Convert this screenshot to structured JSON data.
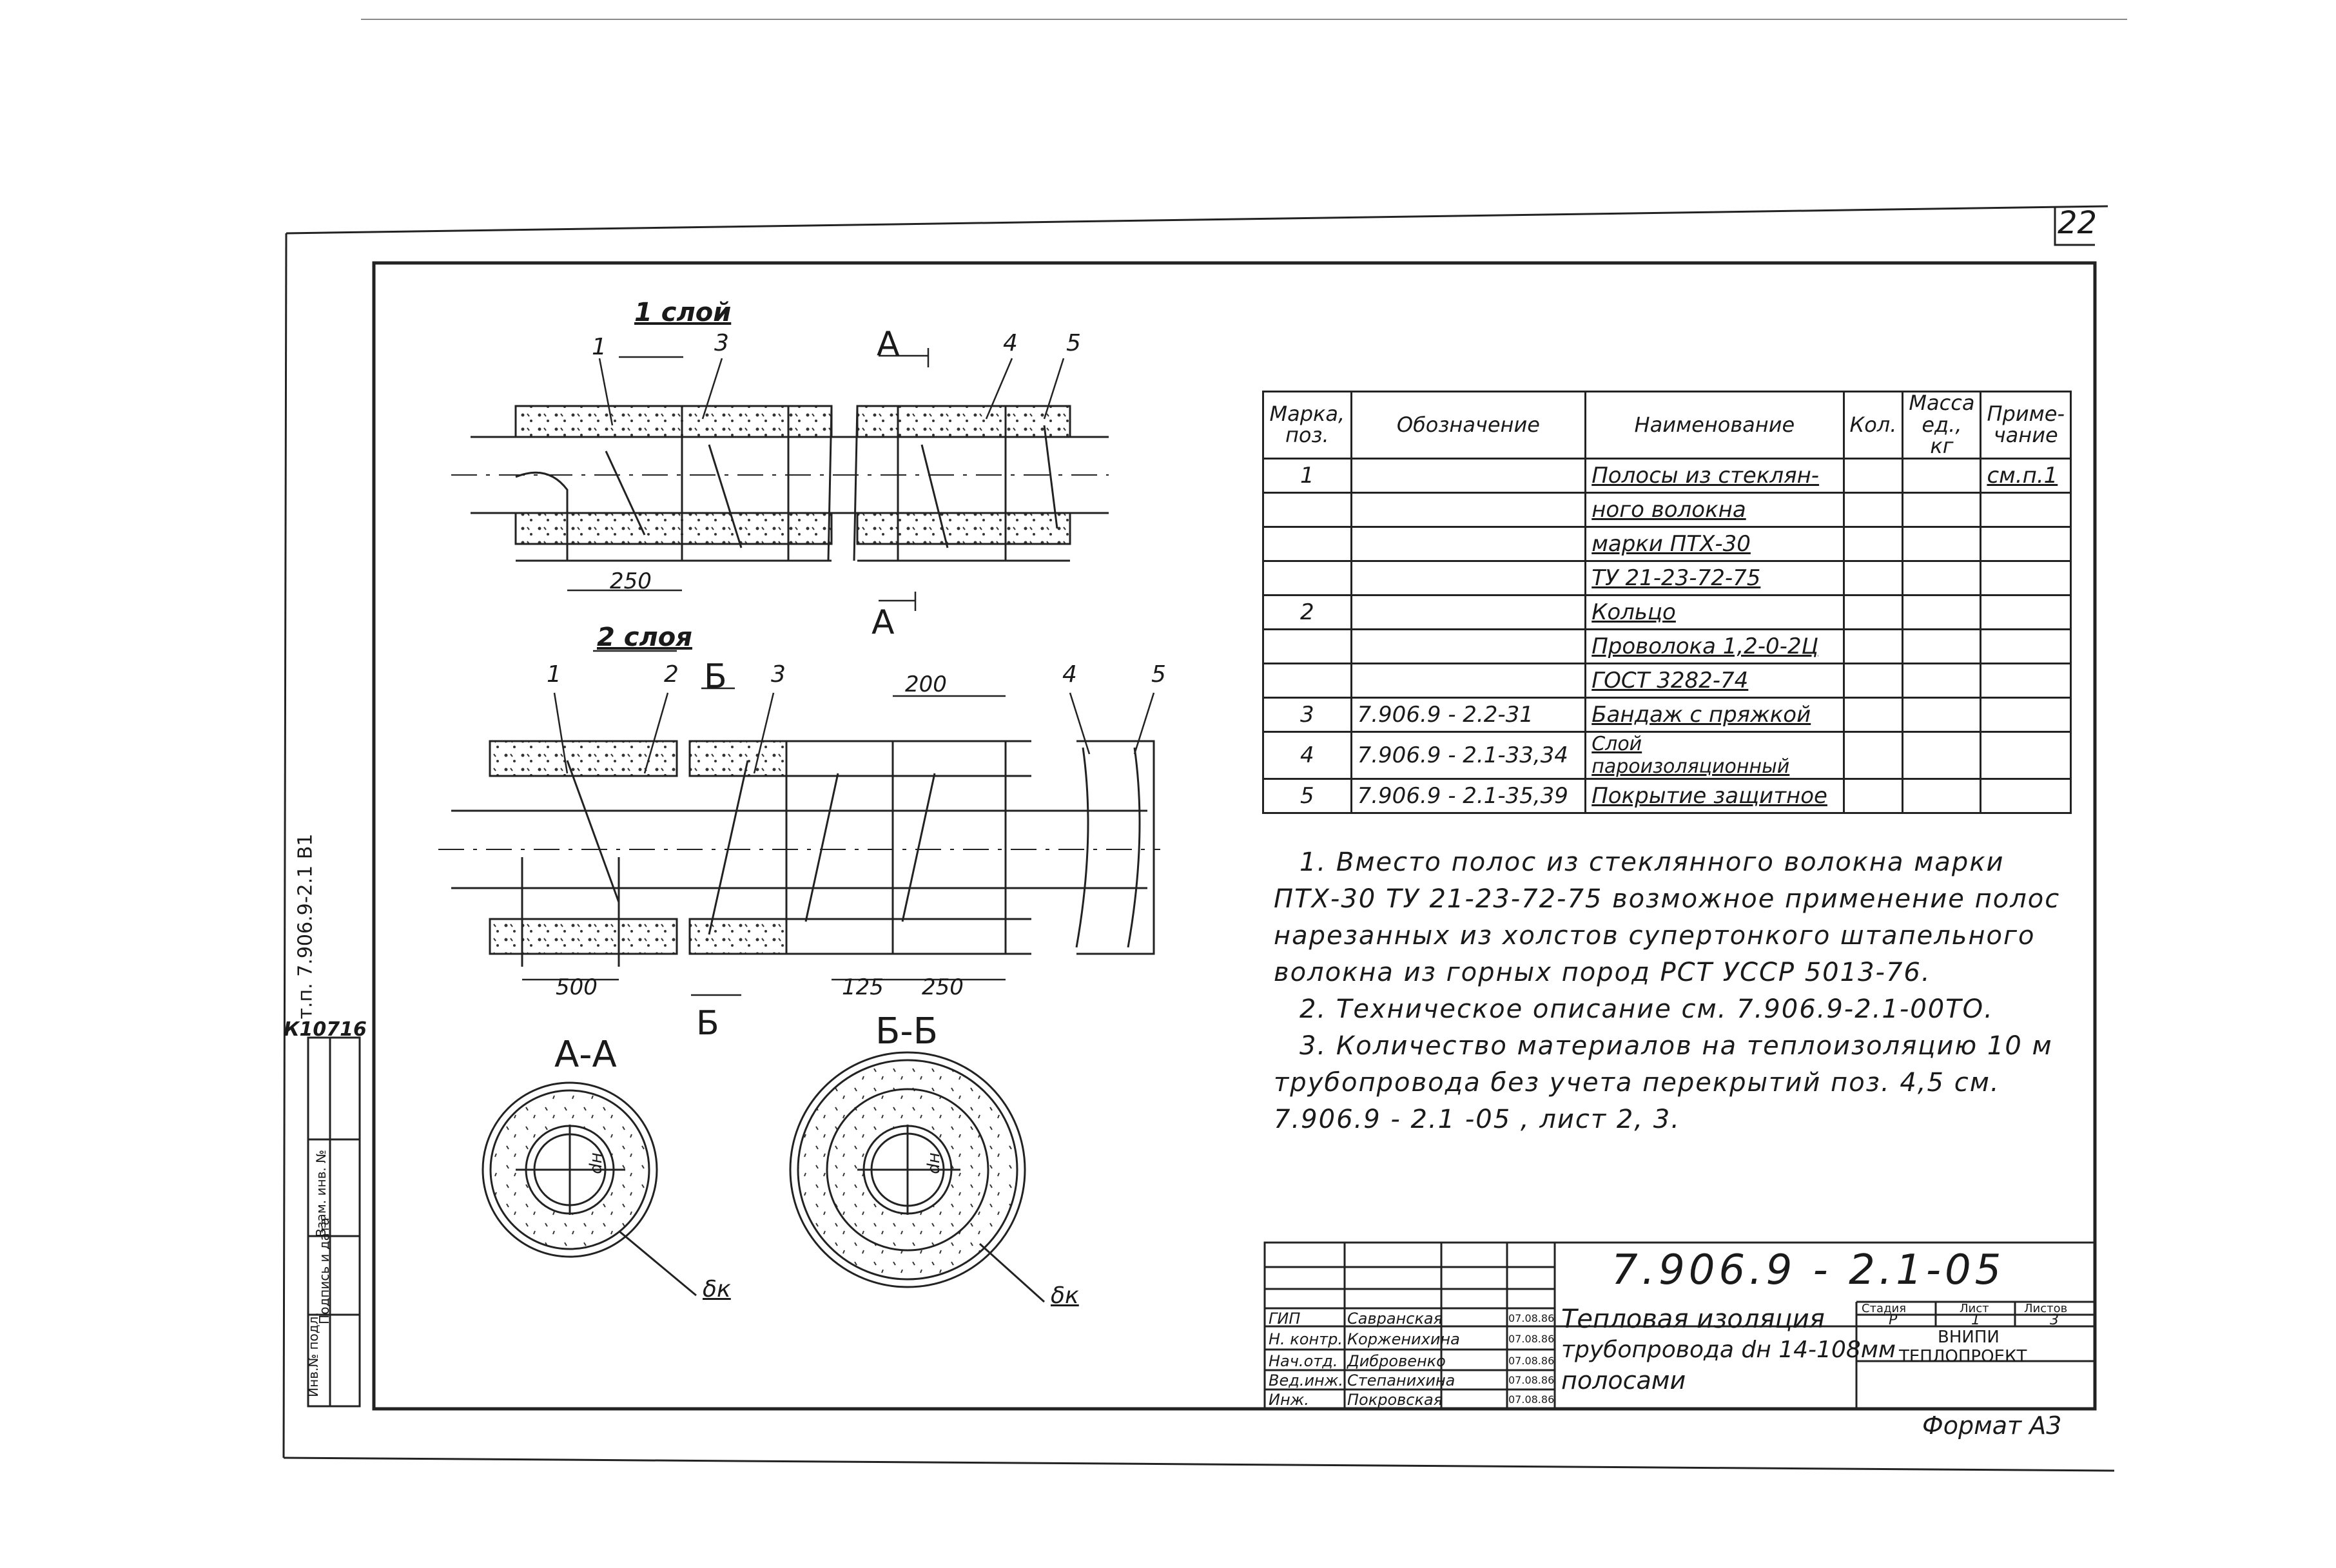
{
  "page_number": "22",
  "views": {
    "layer1_label": "1 слой",
    "layer2_label": "2 слоя",
    "section_a": "А",
    "section_b": "Б",
    "section_aa": "А-А",
    "section_bb": "Б-Б",
    "callouts_top": [
      "1",
      "3",
      "4",
      "5"
    ],
    "callouts_bottom": [
      "1",
      "2",
      "3",
      "4",
      "5"
    ],
    "dim_250_top": "250",
    "dim_200": "200",
    "dim_500": "500",
    "dim_125": "125",
    "dim_250_bottom": "250",
    "dn_label": "dн",
    "dk_label": "δк"
  },
  "spec_table": {
    "headers": [
      "Марка, поз.",
      "Обозначение",
      "Наименование",
      "Кол.",
      "Масса ед., кг",
      "Приме-чание"
    ],
    "rows": [
      {
        "pos": "1",
        "designation": "",
        "name": "Полосы из стеклян-",
        "qty": "",
        "mass": "",
        "note": "см.п.1"
      },
      {
        "pos": "",
        "designation": "",
        "name": "ного волокна",
        "qty": "",
        "mass": "",
        "note": ""
      },
      {
        "pos": "",
        "designation": "",
        "name": "марки ПТХ-30",
        "qty": "",
        "mass": "",
        "note": ""
      },
      {
        "pos": "",
        "designation": "",
        "name": "ТУ 21-23-72-75",
        "qty": "",
        "mass": "",
        "note": ""
      },
      {
        "pos": "2",
        "designation": "",
        "name": "Кольцо",
        "qty": "",
        "mass": "",
        "note": ""
      },
      {
        "pos": "",
        "designation": "",
        "name": "Проволока 1,2-0-2Ц",
        "qty": "",
        "mass": "",
        "note": ""
      },
      {
        "pos": "",
        "designation": "",
        "name": "ГОСТ 3282-74",
        "qty": "",
        "mass": "",
        "note": ""
      },
      {
        "pos": "3",
        "designation": "7.906.9 - 2.2-31",
        "name": "Бандаж с пряжкой",
        "qty": "",
        "mass": "",
        "note": ""
      },
      {
        "pos": "4",
        "designation": "7.906.9 - 2.1-33,34",
        "name": "Слой пароизоляционный",
        "qty": "",
        "mass": "",
        "note": ""
      },
      {
        "pos": "5",
        "designation": "7.906.9 - 2.1-35,39",
        "name": "Покрытие защитное",
        "qty": "",
        "mass": "",
        "note": ""
      }
    ]
  },
  "notes": [
    "1. Вместо полос из стеклянного волокна марки ПТХ-30 ТУ 21-23-72-75 возможное применение полос нарезанных из холстов супертонкого штапельного волокна из горных пород РСТ УССР 5013-76.",
    "2. Техническое описание см. 7.906.9-2.1-00ТО.",
    "3. Количество материалов на теплоизоляцию 10 м трубопровода без учета перекрытий поз. 4,5 см. 7.906.9 - 2.1 -05 , лист 2, 3."
  ],
  "title_block": {
    "doc_number": "7.906.9 - 2.1-05",
    "title_lines": [
      "Тепловая изоляция",
      "трубопровода dн 14-108мм",
      "полосами"
    ],
    "roles": [
      {
        "role": "ГИП",
        "name": "Савранская",
        "date": "07.08.86"
      },
      {
        "role": "Н. контр.",
        "name": "Корженихина",
        "date": "07.08.86"
      },
      {
        "role": "Нач.отд.",
        "name": "Дибровенко",
        "date": "07.08.86"
      },
      {
        "role": "Вед.инж.",
        "name": "Степанихина",
        "date": "07.08.86"
      },
      {
        "role": "Инж.",
        "name": "Покровская",
        "date": "07.08.86"
      }
    ],
    "stage_label": "Стадия",
    "sheet_label": "Лист",
    "sheets_label": "Листов",
    "stage": "Р",
    "sheet": "1",
    "sheets": "3",
    "org_line1": "ВНИПИ",
    "org_line2": "ТЕПЛОПРОЕКТ"
  },
  "side_stamp": {
    "inventory": "Инв.№ подл.",
    "sign_date": "Подпись и дата",
    "replace_inv": "Взам. инв. №",
    "code": "К10716",
    "ref": "т.п. 7.906.9-2.1 В1"
  },
  "format_label": "Формат А3"
}
